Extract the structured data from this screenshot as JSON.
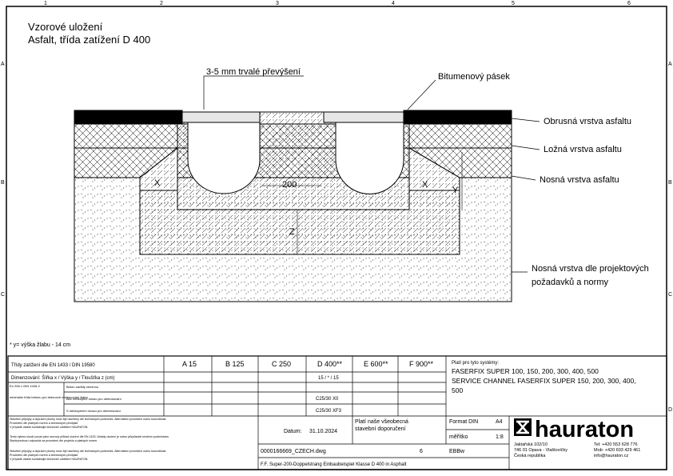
{
  "title": {
    "line1": "Vzorové uložení",
    "line2": "Asfalt, třída zatížení D 400"
  },
  "annotations": {
    "elevation": "3-5 mm trvalé převýšení",
    "bitumen_strip": "Bitumenový pásek",
    "wearing_layer": "Obrusná vrstva asfaltu",
    "binder_layer": "Ložná vrstva asfaltu",
    "base_layer": "Nosná vrstva asfaltu",
    "subbase_line1": "Nosná vrstva dle projektových",
    "subbase_line2": "požadavků a normy",
    "dim_200": "200",
    "dim_x": "X",
    "dim_y": "Y",
    "dim_z": "Z",
    "footnote": "* y= výška žlabu - 14 cm"
  },
  "grid": {
    "columns": [
      "1",
      "2",
      "3",
      "4",
      "5",
      "6"
    ],
    "rows": [
      "A",
      "B",
      "C",
      "D"
    ]
  },
  "table": {
    "header_label": "Třídy zatížení dle EN 1433 / DIN 19580",
    "classes": [
      "A 15",
      "B 125",
      "C 250",
      "D 400**",
      "E 600**",
      "F 900**"
    ],
    "dims_label": "Dimenzování: Šířka x / Výška y / Tloušťka z (cm)",
    "dims_values": [
      "",
      "",
      "",
      "15 / * / 15",
      "",
      ""
    ],
    "norm_label": "En 206-1\nDIN 1045-2",
    "concrete_label": "minimální třída betonu pro\nbetonové obetonování žlabu",
    "row_labels": [
      "Beton zavlhlý zeminou",
      "Bez nebezpečí mrazu pro obetonování",
      "S nebezpečím mrazu pro obetonování"
    ],
    "row_values": [
      [
        "",
        "",
        "",
        "",
        "",
        ""
      ],
      [
        "",
        "",
        "",
        "C25/30 X0",
        "",
        ""
      ],
      [
        "",
        "",
        "",
        "C25/30 XF3",
        "",
        ""
      ]
    ],
    "systems_title": "Platí pro tyto systémy:",
    "systems_line1": "FASERFIX SUPER 100, 150, 200, 300, 400, 500",
    "systems_line2": "SERVICE CHANNEL FASERFIX SUPER 150, 200, 300, 400,",
    "systems_line3": "500",
    "notes": [
      "Stavební připojky a dopravní plochy musí být navrženy dle technických podmínek. Alternativní provedení nutno konzultovat.",
      "Provedení dle platných norem a technických předpisů.",
      "V případě otázek kontaktujte technické oddělení HAURATON.",
      "Tento výkres slouží pouze jako vzorový příklad uložení dle EN 1433. Detaily uložení je nutno přizpůsobit místním podmínkám.",
      "Stavbyvedoucí odpovídá za provedení dle projektu a platných norem.",
      "Stavební připojky a dopravní plochy musí být navrženy dle technických podmínek. Alternativní provedení nutno konzultovat.",
      "Provedení dle platných norem a technických předpisů.",
      "V případě otázek kontaktujte technické oddělení HAURATON."
    ],
    "date_label": "Datum:",
    "date_value": "31.10.2024",
    "general_line1": "Platí naše všeobecná",
    "general_line2": "stavební doporučení",
    "format_label": "Format DIN",
    "format_value": "A4",
    "scale_label": "měřítko",
    "scale_value": "1:8",
    "author": "EBBw",
    "filename": "0000166669_CZECH.dwg",
    "sheet": "6",
    "description": "F.F. Super-200-Doppelstrang Einbaubeispiel Klasse D 400 in Asphalt"
  },
  "company": {
    "name": "hauraton",
    "address1": "Jaktařská 102/10",
    "address2": "746 01 Opava - Vlaštovičky",
    "address3": "Česká republika",
    "tel": "Tel: +420 553 628 776",
    "mob": "Mob: +420 603 429 461",
    "email": "info@hauraton.cz"
  }
}
